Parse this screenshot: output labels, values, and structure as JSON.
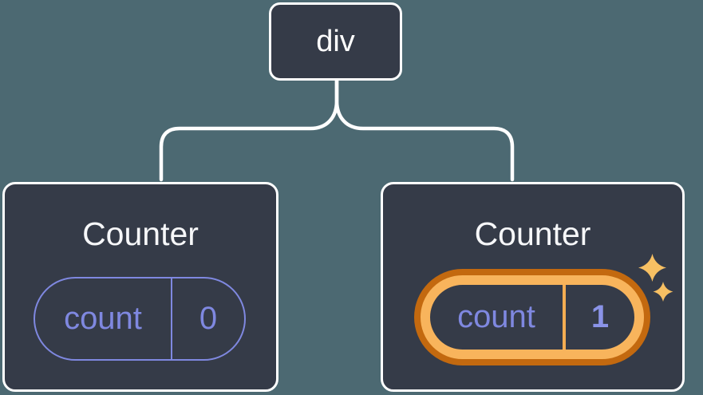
{
  "diagram": {
    "description": "component-tree",
    "root": {
      "label": "div"
    },
    "children": [
      {
        "title": "Counter",
        "state_name": "count",
        "state_value": "0",
        "highlighted": false
      },
      {
        "title": "Counter",
        "state_name": "count",
        "state_value": "1",
        "highlighted": true
      }
    ]
  },
  "colors": {
    "background": "#4c6972",
    "node_fill": "#353b48",
    "node_border": "#ffffff",
    "title_text": "#f6f7f9",
    "connector": "#ffffff",
    "state_purple": "#7f88e0",
    "state_value_bold_purple": "#8a93e8",
    "highlight_ring_outer": "#c3690f",
    "highlight_ring_inner": "#f8b45c",
    "highlight_divider": "#f5ad52",
    "sparkle": "#f7c063"
  }
}
